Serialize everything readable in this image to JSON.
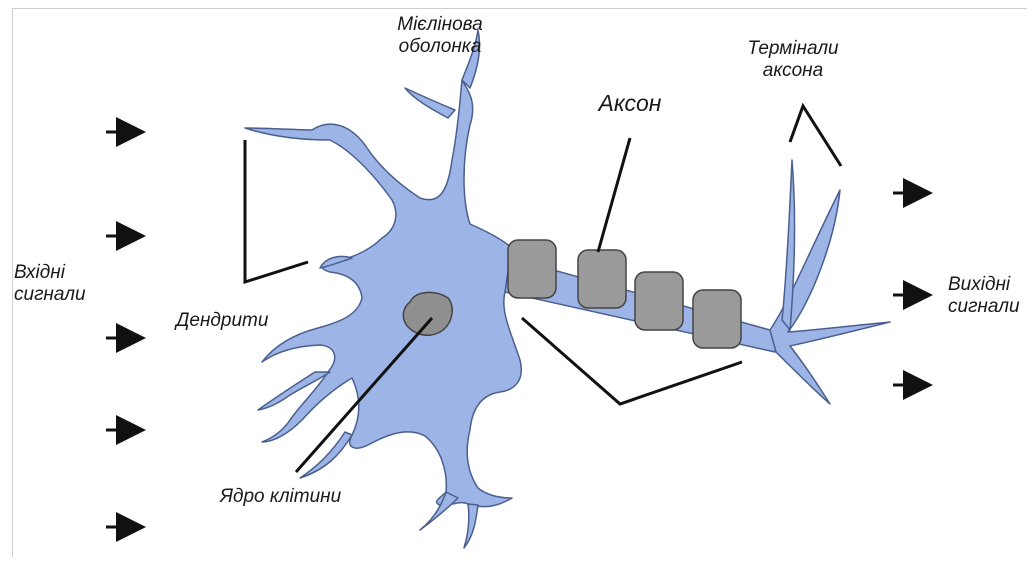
{
  "labels": {
    "myelin": "Мієлінова\nоболонка",
    "axon": "Аксон",
    "terminals": "Термінали\nаксона",
    "input": "Вхідні\nсигнали",
    "dendrites": "Дендрити",
    "output": "Вихідні\nсигнали",
    "nucleus": "Ядро клітини"
  },
  "colors": {
    "cell_fill": "#9db5e6",
    "cell_stroke": "#4a5f8f",
    "myelin_fill": "#9a9a9a",
    "nucleus_fill": "#8f8f8f",
    "line": "#111111"
  }
}
